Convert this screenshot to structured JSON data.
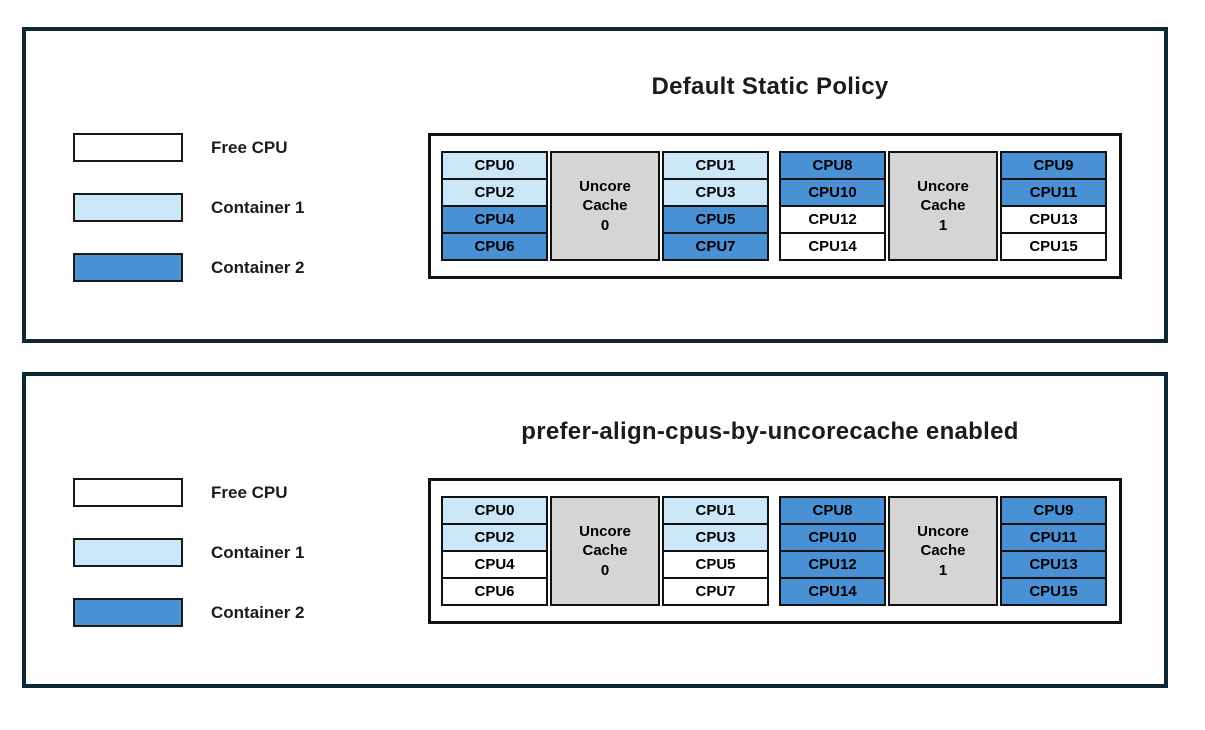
{
  "colors": {
    "free": "#ffffff",
    "container1": "#cbe7f7",
    "container2": "#4a90d5",
    "cache_bg": "#d5d5d5",
    "panel_border": "#0e2736",
    "cell_border": "#111111"
  },
  "legend": {
    "items": [
      {
        "label": "Free CPU",
        "color_key": "free"
      },
      {
        "label": "Container 1",
        "color_key": "container1"
      },
      {
        "label": "Container 2",
        "color_key": "container2"
      }
    ]
  },
  "panels": [
    {
      "title": "Default Static Policy",
      "groups": [
        {
          "cache_label_lines": [
            "Uncore",
            "Cache",
            "0"
          ],
          "left_cpus": [
            {
              "label": "CPU0",
              "state": "container1"
            },
            {
              "label": "CPU2",
              "state": "container1"
            },
            {
              "label": "CPU4",
              "state": "container2"
            },
            {
              "label": "CPU6",
              "state": "container2"
            }
          ],
          "right_cpus": [
            {
              "label": "CPU1",
              "state": "container1"
            },
            {
              "label": "CPU3",
              "state": "container1"
            },
            {
              "label": "CPU5",
              "state": "container2"
            },
            {
              "label": "CPU7",
              "state": "container2"
            }
          ]
        },
        {
          "cache_label_lines": [
            "Uncore",
            "Cache",
            "1"
          ],
          "left_cpus": [
            {
              "label": "CPU8",
              "state": "container2"
            },
            {
              "label": "CPU10",
              "state": "container2"
            },
            {
              "label": "CPU12",
              "state": "free"
            },
            {
              "label": "CPU14",
              "state": "free"
            }
          ],
          "right_cpus": [
            {
              "label": "CPU9",
              "state": "container2"
            },
            {
              "label": "CPU11",
              "state": "container2"
            },
            {
              "label": "CPU13",
              "state": "free"
            },
            {
              "label": "CPU15",
              "state": "free"
            }
          ]
        }
      ]
    },
    {
      "title": "prefer-align-cpus-by-uncorecache enabled",
      "groups": [
        {
          "cache_label_lines": [
            "Uncore",
            "Cache",
            "0"
          ],
          "left_cpus": [
            {
              "label": "CPU0",
              "state": "container1"
            },
            {
              "label": "CPU2",
              "state": "container1"
            },
            {
              "label": "CPU4",
              "state": "free"
            },
            {
              "label": "CPU6",
              "state": "free"
            }
          ],
          "right_cpus": [
            {
              "label": "CPU1",
              "state": "container1"
            },
            {
              "label": "CPU3",
              "state": "container1"
            },
            {
              "label": "CPU5",
              "state": "free"
            },
            {
              "label": "CPU7",
              "state": "free"
            }
          ]
        },
        {
          "cache_label_lines": [
            "Uncore",
            "Cache",
            "1"
          ],
          "left_cpus": [
            {
              "label": "CPU8",
              "state": "container2"
            },
            {
              "label": "CPU10",
              "state": "container2"
            },
            {
              "label": "CPU12",
              "state": "container2"
            },
            {
              "label": "CPU14",
              "state": "container2"
            }
          ],
          "right_cpus": [
            {
              "label": "CPU9",
              "state": "container2"
            },
            {
              "label": "CPU11",
              "state": "container2"
            },
            {
              "label": "CPU13",
              "state": "container2"
            },
            {
              "label": "CPU15",
              "state": "container2"
            }
          ]
        }
      ]
    }
  ]
}
